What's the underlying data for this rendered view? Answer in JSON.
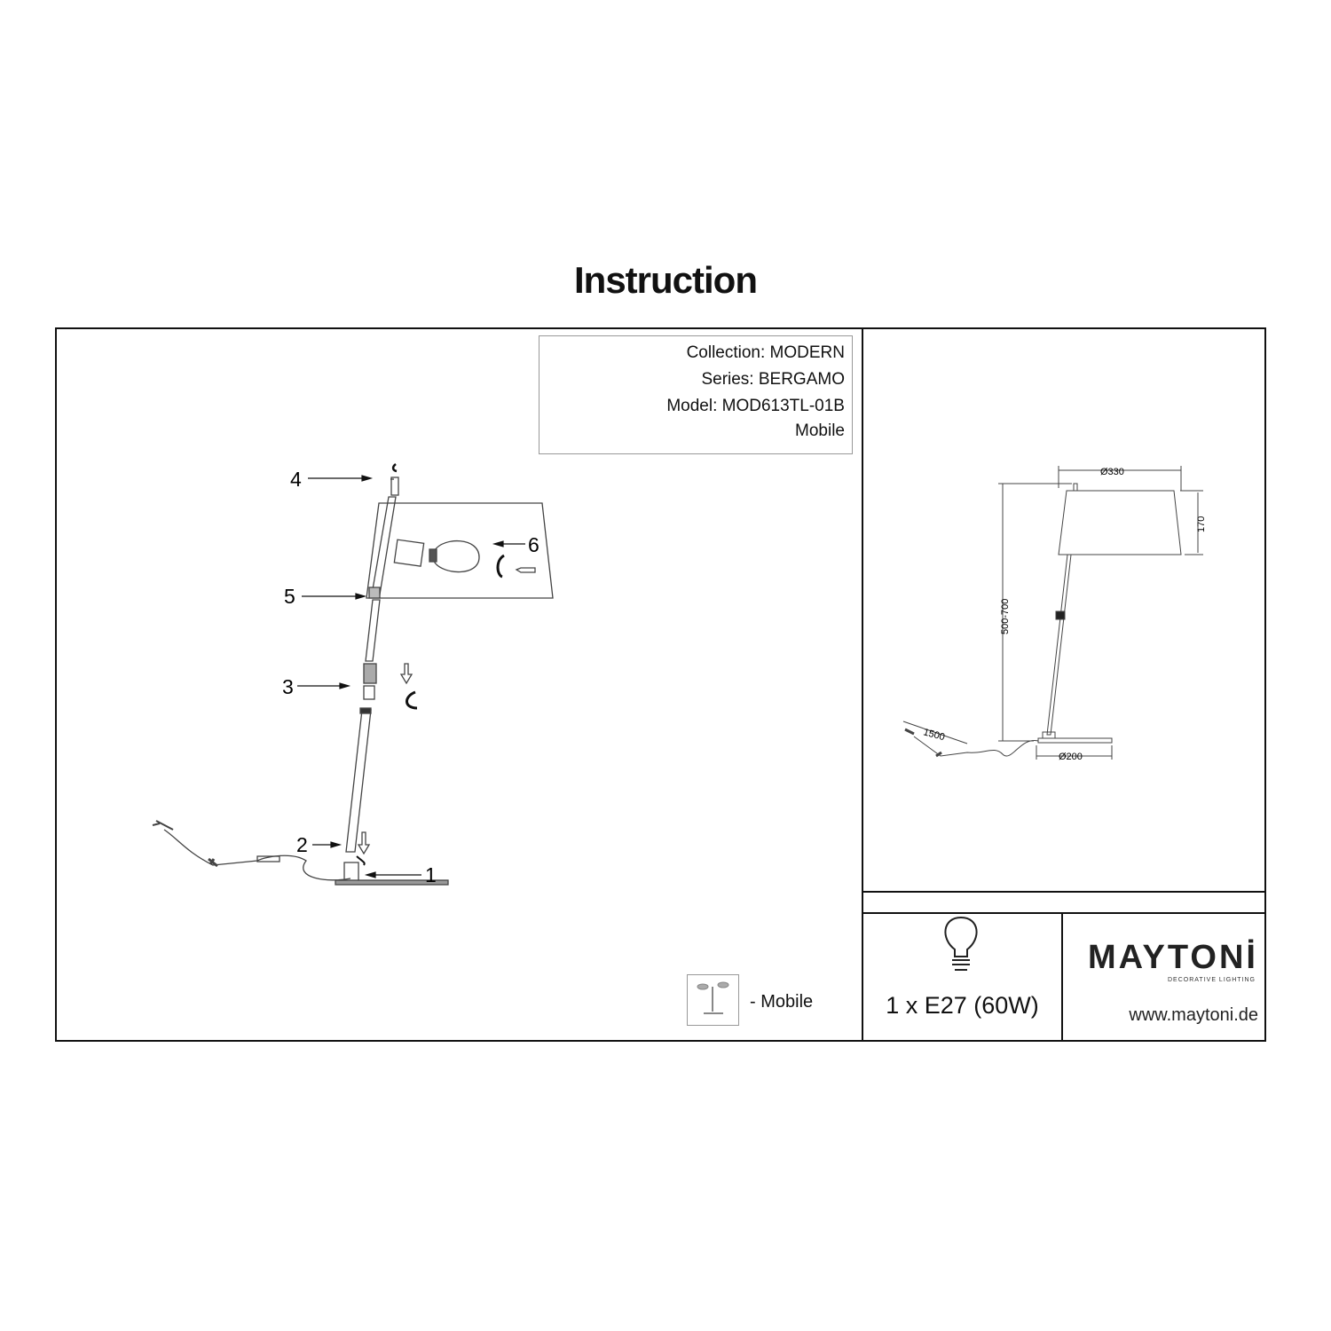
{
  "title": "Instruction",
  "info": {
    "collection": "Collection: MODERN",
    "series": "Series: BERGAMO",
    "model": "Model: MOD613TL-01B",
    "type": "Mobile"
  },
  "steps": [
    "1",
    "2",
    "3",
    "4",
    "5",
    "6"
  ],
  "dimensions": {
    "shade_diameter": "Ø330",
    "shade_height": "170",
    "height_range": "500-700",
    "base_diameter": "Ø200",
    "cable_length": "1500"
  },
  "legend": {
    "mobile": "- Mobile"
  },
  "bulb": {
    "spec": "1 x E27 (60W)",
    "icon": "light-bulb-icon"
  },
  "brand": {
    "name": "MAYTONİ",
    "tagline": "DECORATIVE LIGHTING",
    "website": "www.maytoni.de"
  }
}
